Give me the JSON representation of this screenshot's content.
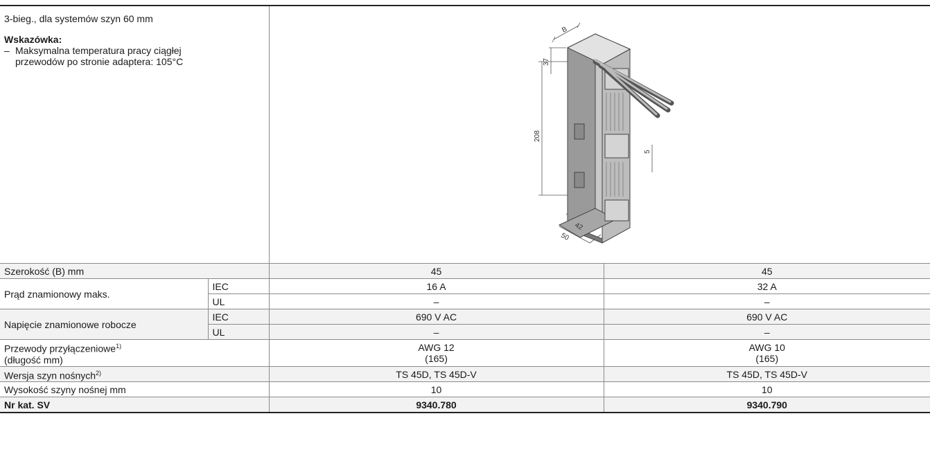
{
  "description": {
    "title": "3-bieg., dla systemów szyn 60 mm",
    "hint_title": "Wskazówka:",
    "hint_dash": "–",
    "hint_line1": "Maksymalna temperatura pracy ciągłej",
    "hint_line2": "przewodów po stronie adaptera: 105°C"
  },
  "drawing": {
    "dim_B": "B",
    "dim_37": "37",
    "dim_208": "208",
    "dim_5": "5",
    "dim_42": "42",
    "dim_50": "50"
  },
  "rows": {
    "width": {
      "label": "Szerokość (B) mm",
      "v1": "45",
      "v2": "45"
    },
    "current_iec": {
      "label": "Prąd znamionowy maks.",
      "std": "IEC",
      "v1": "16 A",
      "v2": "32 A"
    },
    "current_ul": {
      "std": "UL",
      "v1": "–",
      "v2": "–"
    },
    "voltage_iec": {
      "label": "Napięcie znamionowe robocze",
      "std": "IEC",
      "v1": "690 V AC",
      "v2": "690 V AC"
    },
    "voltage_ul": {
      "std": "UL",
      "v1": "–",
      "v2": "–"
    },
    "cables": {
      "label": "Przewody przyłączeniowe",
      "sup": "1)",
      "label2": "(długość mm)",
      "v1_line1": "AWG 12",
      "v1_line2": "(165)",
      "v2_line1": "AWG 10",
      "v2_line2": "(165)"
    },
    "rail_version": {
      "label": "Wersja szyn nośnych",
      "sup": "2)",
      "v1": "TS 45D, TS 45D-V",
      "v2": "TS 45D, TS 45D-V"
    },
    "rail_height": {
      "label": "Wysokość szyny nośnej mm",
      "v1": "10",
      "v2": "10"
    },
    "part_no": {
      "label": "Nr kat. SV",
      "v1": "9340.780",
      "v2": "9340.790"
    }
  }
}
